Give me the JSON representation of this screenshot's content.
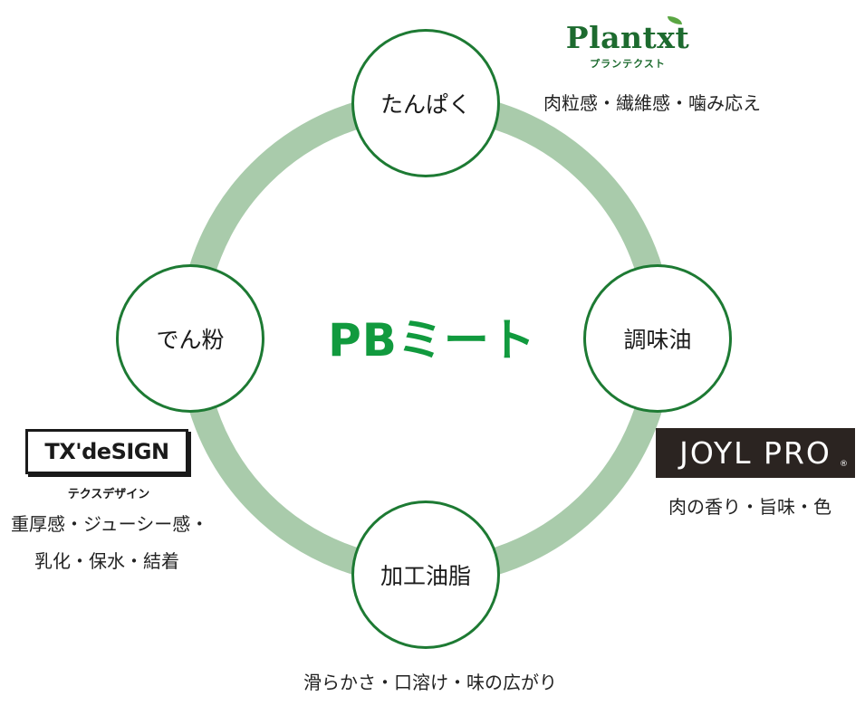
{
  "center": {
    "title": "PBミート"
  },
  "nodes": {
    "top": "たんぱく",
    "right": "調味油",
    "left": "でん粉",
    "bottom": "加工油脂"
  },
  "brands": {
    "plantxt": {
      "name": "Plantxt",
      "kana": "プランテクスト",
      "caption": "肉粒感・繊維感・噛み応え"
    },
    "joyl": {
      "name": "JOYL PRO",
      "caption": "肉の香り・旨味・色"
    },
    "txdesign": {
      "name": "TX'deSIGN",
      "kana": "テクスデザイン",
      "caption_line1": "重厚感・ジューシー感・",
      "caption_line2": "乳化・保水・結着"
    }
  },
  "bottom_caption": "滑らかさ・口溶け・味の広がり",
  "colors": {
    "ring": "#a9cbab",
    "node_border": "#1d7a33",
    "title": "#119a3e",
    "plantxt_green": "#1d6b2f",
    "joyl_bg": "#2b2421"
  }
}
